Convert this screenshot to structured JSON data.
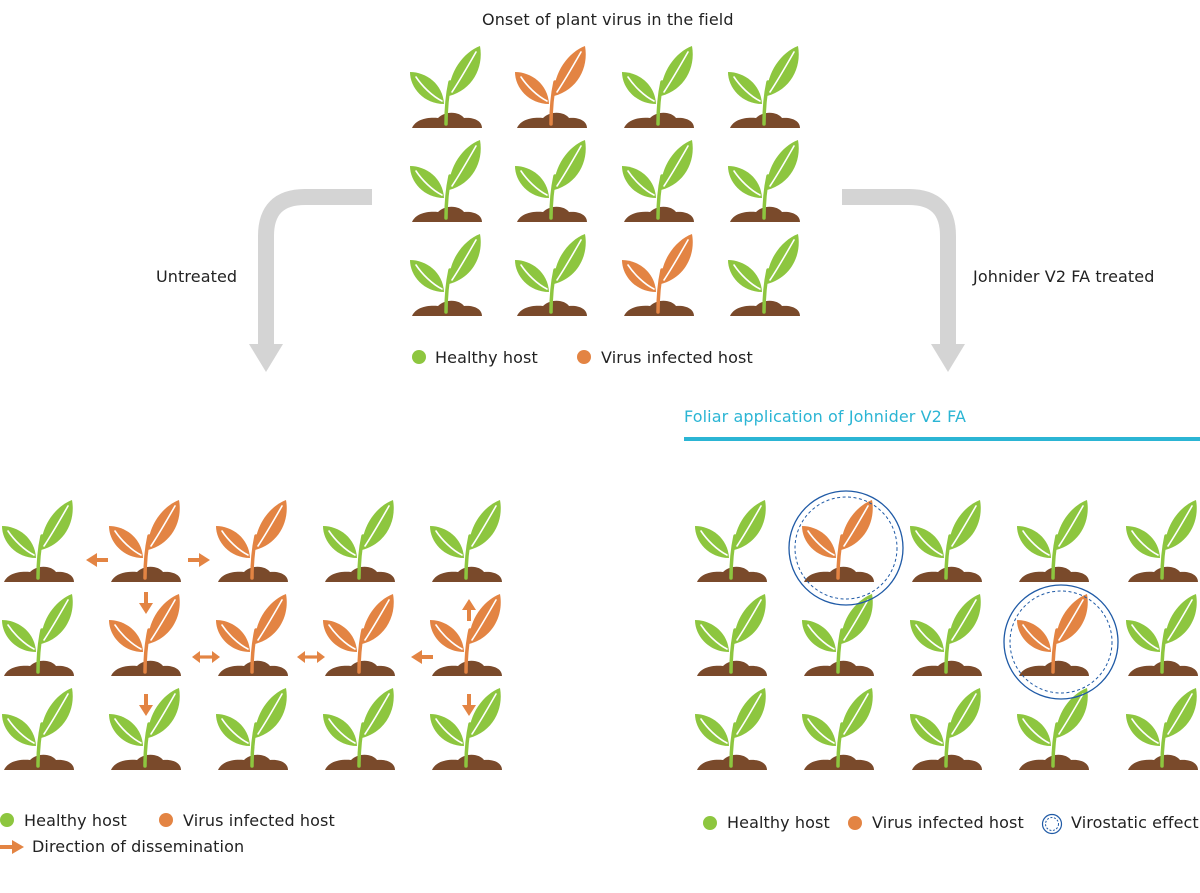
{
  "title": "Onset of plant virus in the field",
  "branch_left_label": "Untreated",
  "branch_right_label": "Johnider V2 FA treated",
  "foliar_heading": "Foliar application of Johnider V2 FA",
  "colors": {
    "healthy": "#8dc63f",
    "infected": "#e38443",
    "soil": "#7a4a2b",
    "arrow_gray": "#d4d4d4",
    "accent_blue": "#2bb5d4",
    "virostatic_ring": "#1f5aa6"
  },
  "top_grid": {
    "rows": [
      [
        "healthy",
        "infected",
        "healthy",
        "healthy"
      ],
      [
        "healthy",
        "healthy",
        "healthy",
        "healthy"
      ],
      [
        "healthy",
        "healthy",
        "infected",
        "healthy"
      ]
    ]
  },
  "top_legend": {
    "healthy": "Healthy host",
    "infected": "Virus infected host"
  },
  "untreated_grid": {
    "rows": [
      [
        "healthy",
        "infected",
        "infected",
        "healthy",
        "healthy"
      ],
      [
        "healthy",
        "infected",
        "infected",
        "infected",
        "infected"
      ],
      [
        "healthy",
        "healthy",
        "healthy",
        "healthy",
        "healthy"
      ]
    ]
  },
  "untreated_legend": {
    "healthy": "Healthy host",
    "infected": "Virus infected host",
    "direction": "Direction of dissemination"
  },
  "treated_grid": {
    "rows": [
      [
        "healthy",
        "infected",
        "healthy",
        "healthy",
        "healthy"
      ],
      [
        "healthy",
        "healthy",
        "healthy",
        "infected",
        "healthy"
      ],
      [
        "healthy",
        "healthy",
        "healthy",
        "healthy",
        "healthy"
      ]
    ],
    "virostatic": [
      [
        0,
        1
      ],
      [
        1,
        3
      ]
    ]
  },
  "treated_legend": {
    "healthy": "Healthy host",
    "infected": "Virus infected host",
    "virostatic": "Virostatic effect"
  }
}
